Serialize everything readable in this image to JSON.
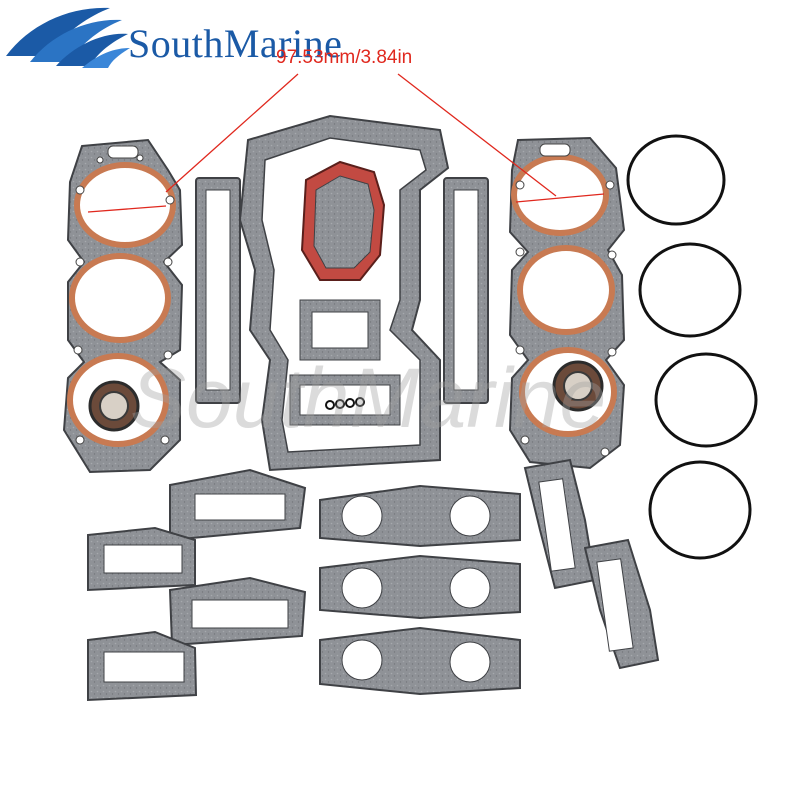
{
  "brand": {
    "name": "SouthMarine",
    "logo_icon": "wave-logo-icon",
    "color": "#1b5aa6"
  },
  "measurement": {
    "label": "97.53mm/3.84in",
    "color": "#e0281e"
  },
  "watermark": {
    "text": "SouthMarine"
  },
  "product": {
    "gasket_color": "#8c8f93",
    "ring_color": "#c87a52",
    "oring_color": "#111111"
  }
}
